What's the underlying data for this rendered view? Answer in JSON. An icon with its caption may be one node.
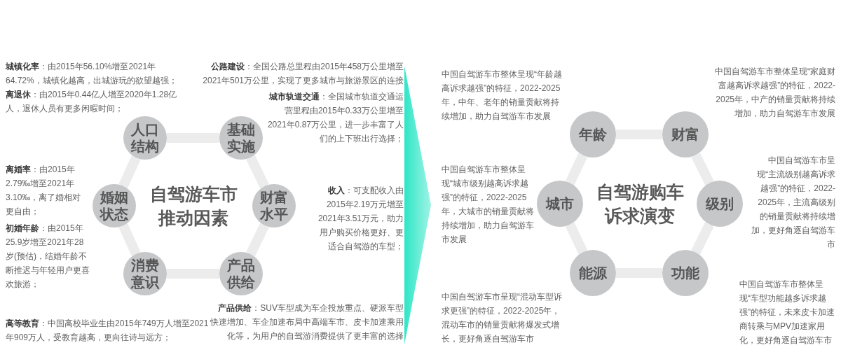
{
  "diagram": {
    "nodes": [
      {
        "text": [
          "人口结构"
        ],
        "beside": [
          "**城镇化率**：由2015年56.10%增至2021年64.72%，城镇化越高，出城游玩的欲望越强；",
          "**离退休**：由2015年0.44亿人增至2020年1.28亿人，退休人员有更多闲暇时间；"
        ]
      },
      {
        "text": [
          "基础实施"
        ],
        "beside": [
          "**公路建设**：全国公路总里程由2015年458万公里增至2021年501万公里，实现了更多城市与旅游景区的连接",
          "**城市轨道交通**：全国城市轨道交通运营里程由2015年0.33万公里增至2021年0.87万公里，进一步丰富了人们的上下班出行选择；"
        ]
      },
      {
        "text": [
          "婚姻状态"
        ],
        "beside": [
          "**离婚率**：由2015年2.79‰增至2021年3.10‰，离了婚相对更自由；",
          "**初婚年龄**：由2015年25.9岁增至2021年28岁(预估)，结婚年龄不断推迟与年轻用户更喜欢旅游；"
        ]
      },
      {
        "text": [
          "财富水平"
        ],
        "beside": [
          "**收入**：可支配收入由2015年2.19万元增至2021年3.51万元，助力用户购买价格更好、更适合自驾游的车型；"
        ]
      },
      {
        "text": [
          "消费意识"
        ],
        "beside": [
          "**高等教育**：中国高校毕业生由2015年749万人增至2021年909万人，受教育越高，更向往诗与远方；"
        ]
      },
      {
        "text": [
          "产品供给"
        ],
        "beside": [
          "**产品供给**：SUV车型成为车企投放重点、硬派车型快速增加、车企加速布局中高端车市、皮卡加速乘用化等，为用户的自驾游消费提供了更丰富的选择"
        ]
      },
      {
        "text": [
          "年龄"
        ],
        "beside": [
          "中国自驾游车市整体呈现“年龄越高诉求越强”的特征，2022-2025年，中年、老年的销量贡献将持续增加，助力自驾游车市发展"
        ]
      },
      {
        "text": [
          "财富"
        ],
        "beside": [
          "中国自驾游车市整体呈现“家庭财富越高诉求越强”的特征，2022-2025年，中产的销量贡献将持续增加，助力自驾游车市发展"
        ]
      },
      {
        "text": [
          "城市"
        ],
        "beside": [
          "中国自驾游车市整体呈现“城市级别越高诉求越强”的特征，2022-2025年，大城市的销量贡献将持续增加，助力自驾游车市发展"
        ]
      },
      {
        "text": [
          "级别"
        ],
        "beside": [
          "中国自驾游车市呈现“主流级别越高诉求越强”的特征，2022-2025年，主流高级别的销量贡献将持续增加，更好角逐自驾游车市"
        ]
      },
      {
        "text": [
          "能源"
        ],
        "beside": [
          "中国自驾游车市呈现“混动车型诉求更强”的特征，2022-2025年，混动车市的销量贡献将爆发式增长，更好角逐自驾游车市"
        ]
      },
      {
        "text": [
          "功能"
        ],
        "beside": [
          "中国自驾游车市整体呈现“车型功能越多诉求越强”的特征，未来皮卡加速商转乘与MPV加速家用化，更好角逐自驾游车市"
        ]
      }
    ],
    "edges": [
      {
        "from": 0,
        "to": 1,
        "arrow": "none"
      },
      {
        "from": 1,
        "to": 3,
        "arrow": "none"
      },
      {
        "from": 3,
        "to": 5,
        "arrow": "none"
      },
      {
        "from": 5,
        "to": 4,
        "arrow": "none"
      },
      {
        "from": 4,
        "to": 2,
        "arrow": "none"
      },
      {
        "from": 2,
        "to": 0,
        "arrow": "none"
      },
      {
        "from": 6,
        "to": 7,
        "arrow": "none"
      },
      {
        "from": 7,
        "to": 9,
        "arrow": "none"
      },
      {
        "from": 9,
        "to": 11,
        "arrow": "none"
      },
      {
        "from": 11,
        "to": 10,
        "arrow": "none"
      },
      {
        "from": 10,
        "to": 8,
        "arrow": "none"
      },
      {
        "from": 8,
        "to": 6,
        "arrow": "none"
      }
    ],
    "labels": [
      "自驾游车市推动因素",
      "自驾游购车诉求演变"
    ]
  }
}
